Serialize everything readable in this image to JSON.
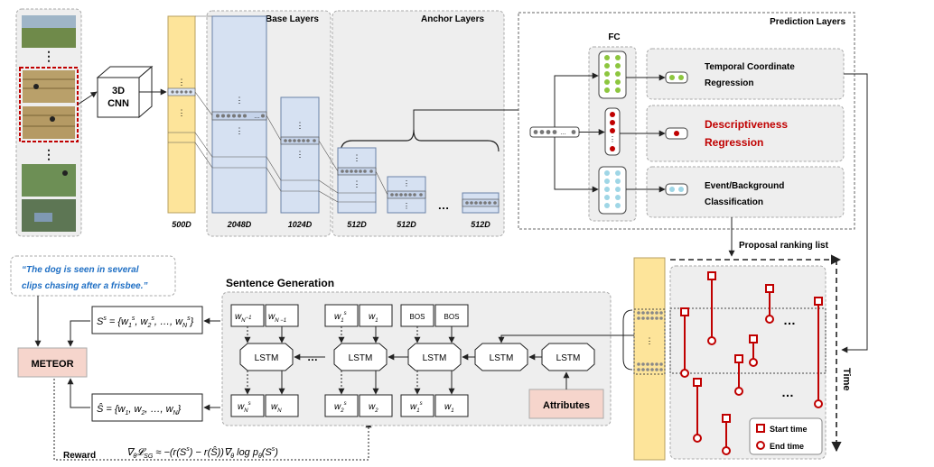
{
  "regions": {
    "base": "Base Layers",
    "anchor": "Anchor Layers",
    "prediction": "Prediction Layers",
    "fc": "FC",
    "sentence": "Sentence Generation"
  },
  "cnn": {
    "line1": "3D",
    "line2": "CNN"
  },
  "dims": {
    "d500": "500D",
    "d2048": "2048D",
    "d1024": "1024D",
    "d512a": "512D",
    "d512b": "512D",
    "d512c": "512D"
  },
  "prediction": {
    "temporal1": "Temporal Coordinate",
    "temporal2": "Regression",
    "desc1": "Descriptiveness",
    "desc2": "Regression",
    "event1": "Event/Background",
    "event2": "Classification"
  },
  "ranking": {
    "label": "Proposal ranking list",
    "time": "Time"
  },
  "legend": {
    "start": "Start time",
    "end": "End time"
  },
  "caption": {
    "line1": "“The dog is seen in several",
    "line2": "clips chasing after a frisbee.”"
  },
  "meteor": "METEOR",
  "reward": "Reward",
  "attributes": "Attributes",
  "lstm": {
    "l1": "LSTM",
    "l2": "LSTM",
    "l3": "LSTM",
    "l4": "LSTM",
    "l5": "LSTM"
  },
  "bos": {
    "b1": "BOS",
    "b2": "BOS"
  },
  "ellipsis": "…",
  "colors": {
    "region_bg": "#eeeeee",
    "gold": "#fde49a",
    "blue_layer": "#d6e1f2",
    "meteor_bg": "#f6d5cc",
    "red": "#c00000",
    "green": "#8dc63f",
    "cyan": "#9fd6e6",
    "caption_blue": "#1f6fc4"
  }
}
